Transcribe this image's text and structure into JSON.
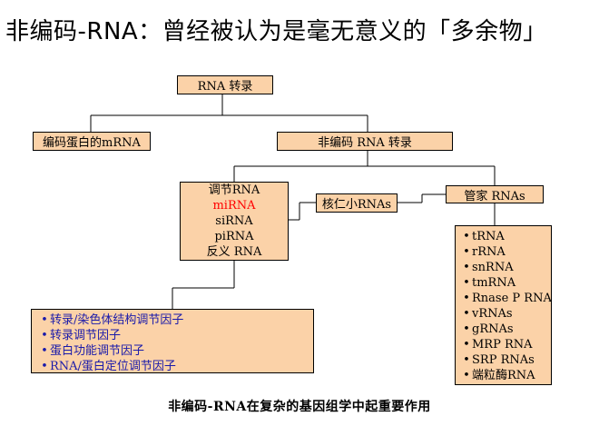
{
  "title": "非编码-RNA：曾经被认为是毫无意义的「多余物」",
  "root": "RNA 转录",
  "mrna_box": "编码蛋白的mRNA",
  "noncoding_box": "非编码 RNA 转录",
  "regulatory": [
    "调节RNA",
    "miRNA",
    "siRNA",
    "piRNA",
    "反义 RNA"
  ],
  "snorna_box": "核仁小RNAs",
  "housekeeping_box": "管家 RNAs",
  "housekeeping_items": [
    "tRNA",
    "rRNA",
    "snRNA",
    "tmRNA",
    "Rnase P RNA",
    "vRNAs",
    "gRNAs",
    "MRP RNA",
    "SRP RNAs",
    "端粒酶RNA"
  ],
  "factors": [
    "转录/染色体结构调节因子",
    "转录调节因子",
    "蛋白功能调节因子",
    "RNA/蛋白定位调节因子"
  ],
  "footer": "非编码-RNA在复杂的基因组学中起重要作用",
  "colors": {
    "box_fill": "#fbd2a8",
    "highlight": "#ff0000",
    "factor_text": "#1a1aaa"
  }
}
